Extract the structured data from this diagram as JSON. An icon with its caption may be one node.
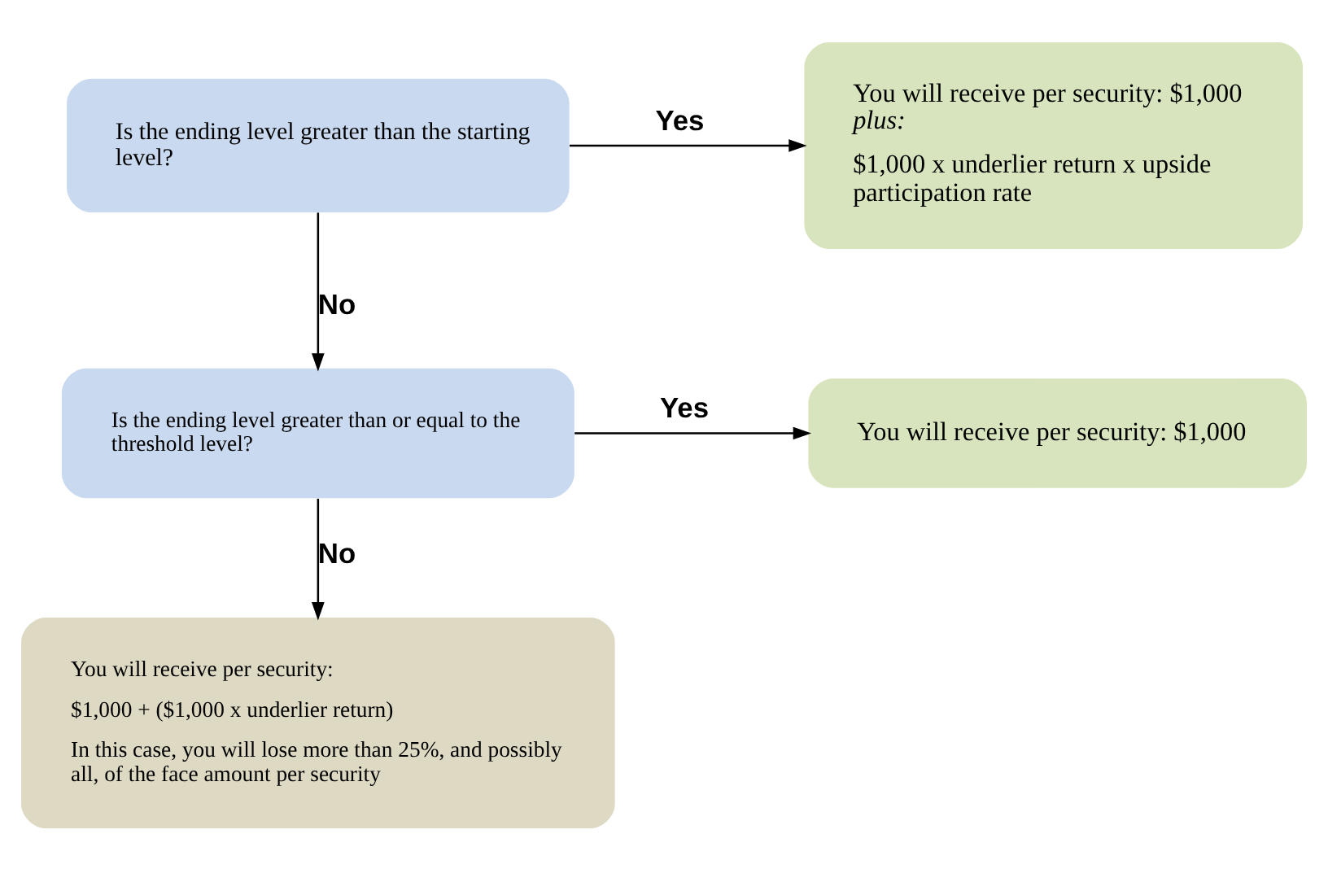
{
  "diagram": {
    "nodes": [
      {
        "text": [
          "Is the ending level greater than the starting level?"
        ]
      },
      {
        "text": [
          "You will receive per security: $1,000  *plus:*",
          "$1,000 x underlier return x upside participation rate"
        ]
      },
      {
        "text": [
          "Is the ending level greater than or equal to the threshold level?"
        ]
      },
      {
        "text": [
          "You will receive per security: $1,000"
        ]
      },
      {
        "text": [
          "You will receive per security:",
          "$1,000 + ($1,000 x underlier return)",
          "In this case, you will lose more than 25%, and possibly all, of the face amount per security"
        ]
      }
    ],
    "edges": [
      {
        "from": 0,
        "to": 1,
        "arrow": "to",
        "label": "Yes"
      },
      {
        "from": 0,
        "to": 2,
        "arrow": "to",
        "label": "No"
      },
      {
        "from": 2,
        "to": 3,
        "arrow": "to",
        "label": "Yes"
      },
      {
        "from": 2,
        "to": 4,
        "arrow": "to",
        "label": "No"
      }
    ]
  }
}
